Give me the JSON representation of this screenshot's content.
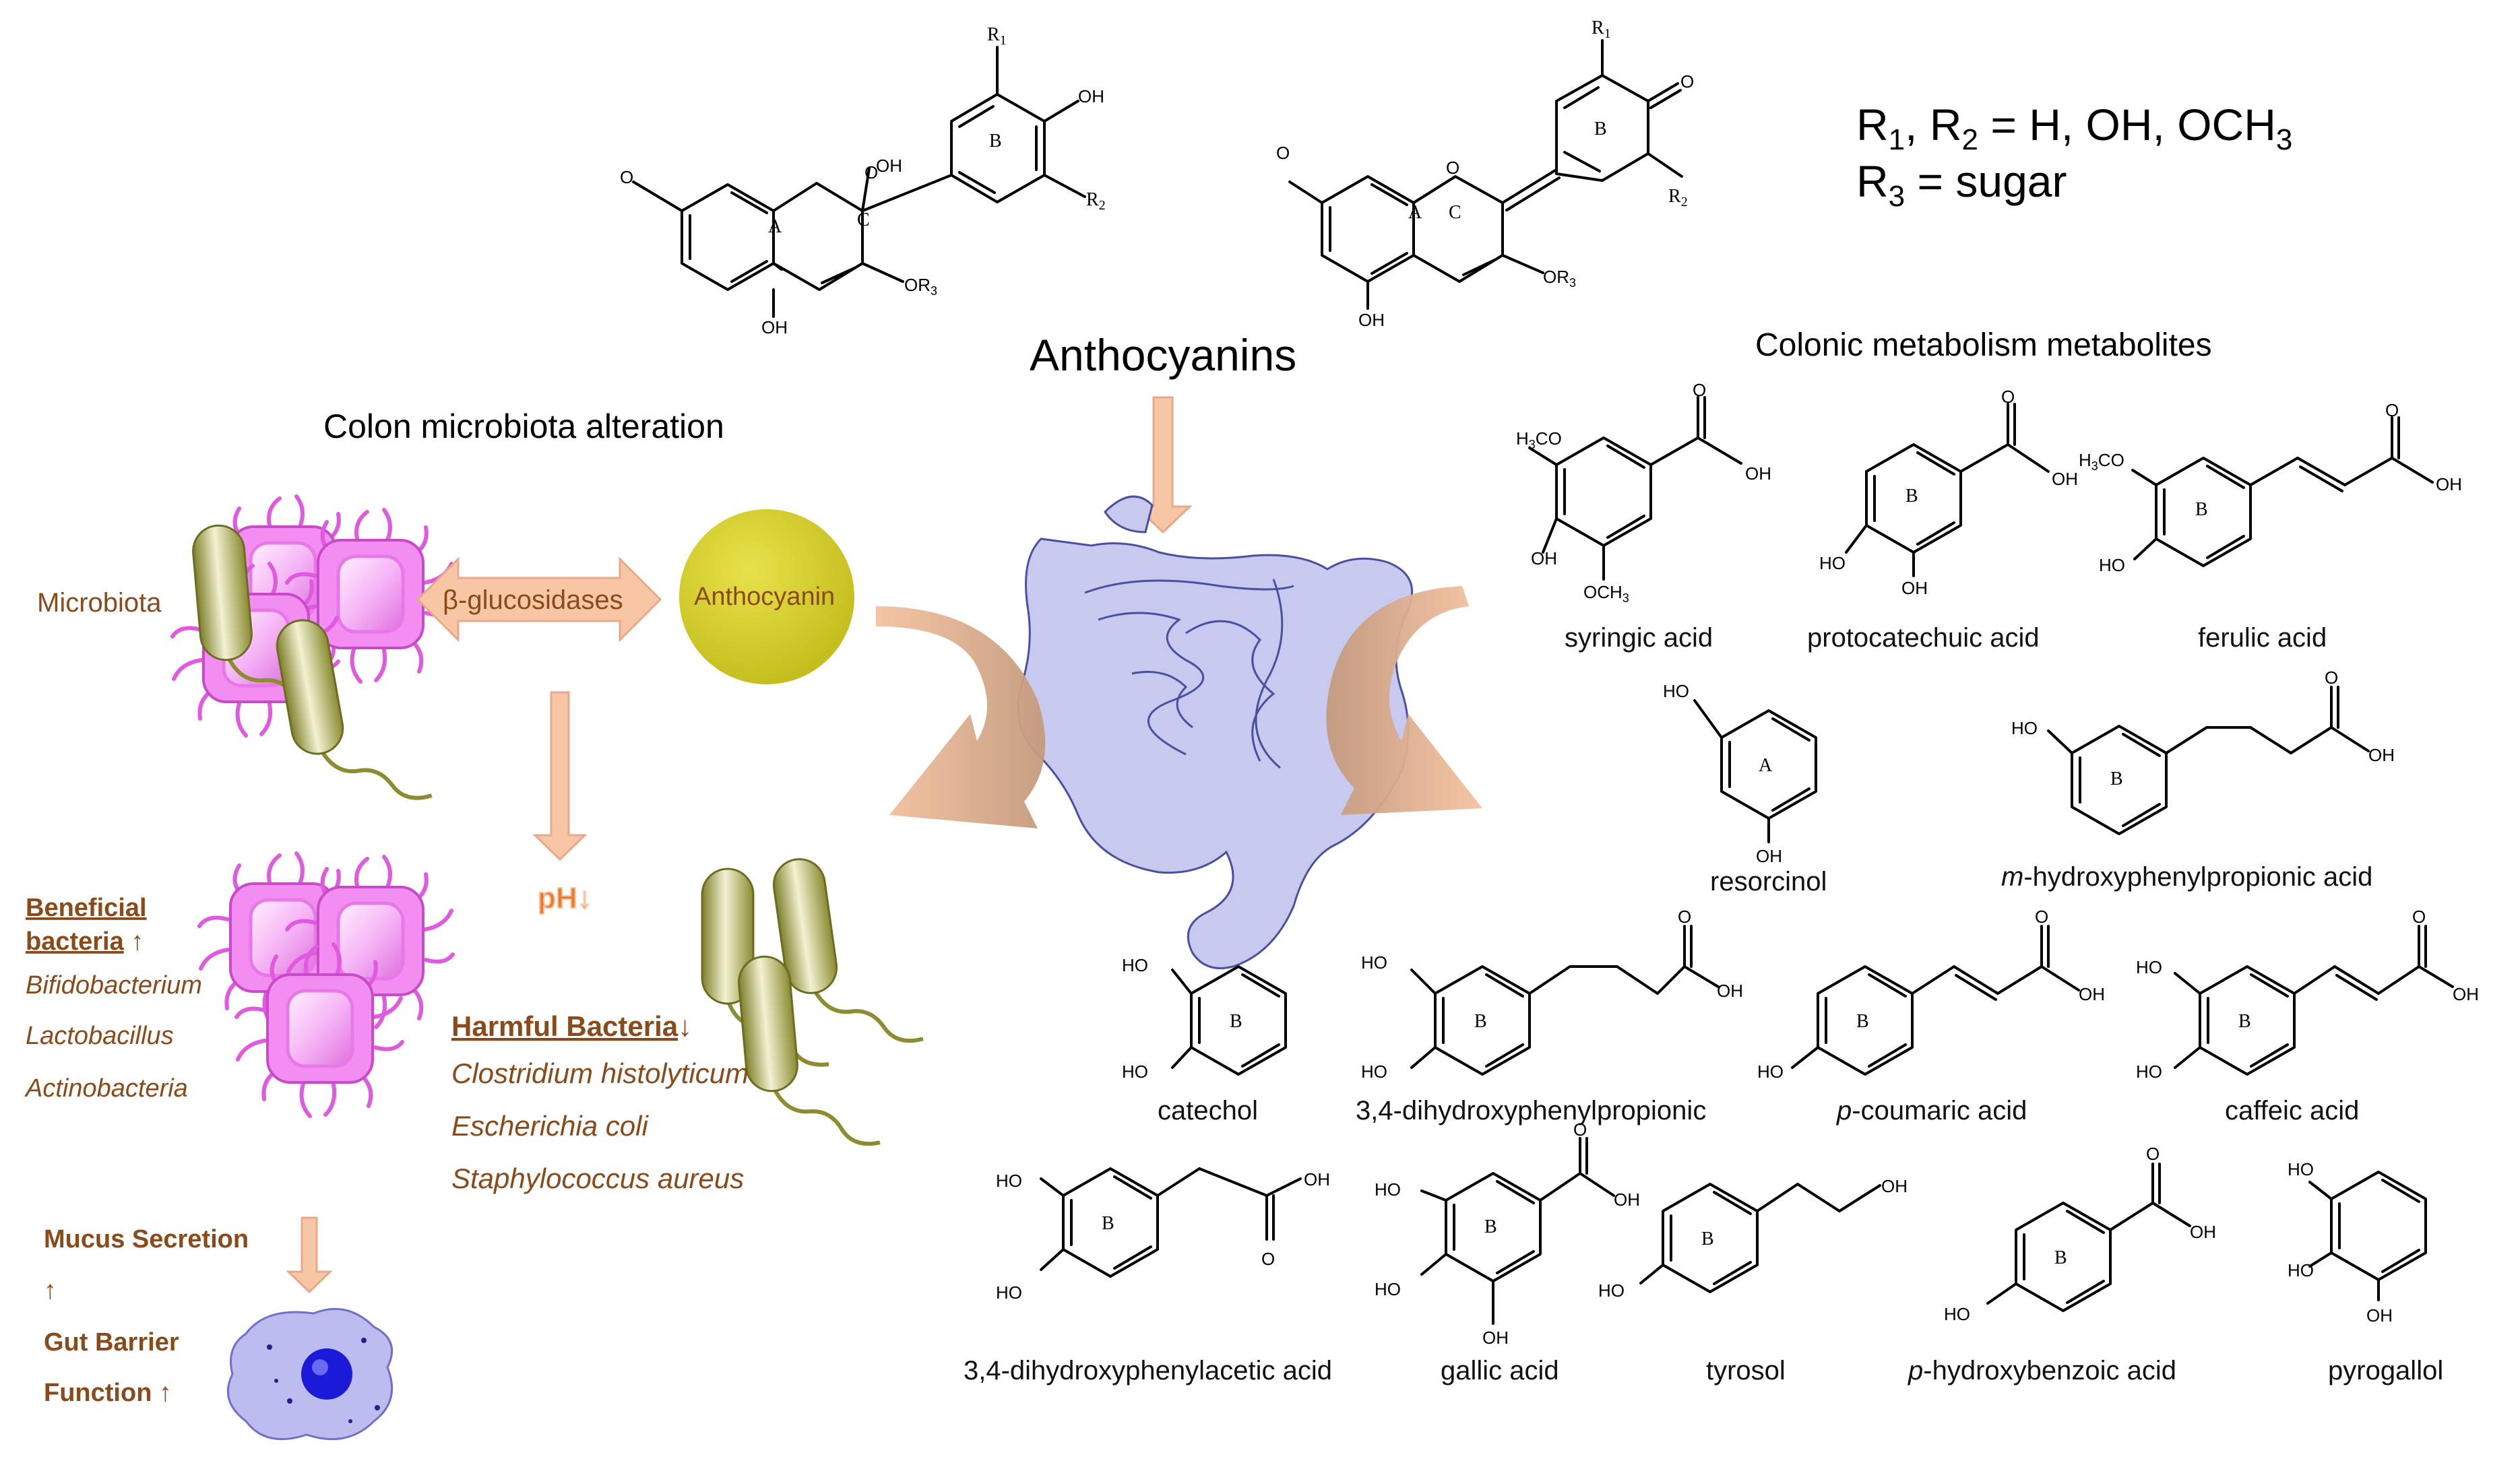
{
  "title": "Anthocyanins",
  "formula_note": {
    "line1": {
      "a": "R",
      "a_sub": "1",
      "b": ", R",
      "b_sub": "2",
      "c": " = H, OH, OCH",
      "c_sub": "3"
    },
    "line2": {
      "a": "R",
      "a_sub": "3",
      "b": " = sugar"
    }
  },
  "structure_labels": {
    "ring_a": "A",
    "ring_b": "B",
    "ring_c": "C",
    "oh": "OH",
    "o": "O",
    "r1": "R",
    "r1_sub": "1",
    "r2": "R",
    "r2_sub": "2",
    "or3": "OR",
    "or3_sub": "3"
  },
  "left_panel": {
    "heading": "Colon microbiota alteration",
    "microbiota_label": "Microbiota",
    "enzyme_label": "β-glucosidases",
    "anthocyanin_label": "Anthocyanin",
    "ph_label": "pH↓",
    "beneficial": {
      "heading_line1": "Beneficial",
      "heading_line2": "bacteria",
      "arrow": "↑",
      "items": [
        "Bifidobacterium",
        "Lactobacillus",
        "Actinobacteria"
      ]
    },
    "harmful": {
      "heading": "Harmful Bacteria",
      "arrow": "↓",
      "items": [
        "Clostridium histolyticum",
        "Escherichia coli",
        "Staphylococcus aureus"
      ]
    },
    "mucus": {
      "line1": "Mucus Secretion",
      "line2": "↑",
      "line3": "Gut Barrier",
      "line4": "Function",
      "arrow": "↑"
    }
  },
  "right_panel": {
    "heading": "Colonic metabolism metabolites",
    "metabolites": {
      "syringic": "syringic acid",
      "protocatechuic": "protocatechuic acid",
      "ferulic": "ferulic acid",
      "resorcinol": "resorcinol",
      "mhpp_prefix": "m",
      "mhpp_rest": "-hydroxyphenylpropionic  acid",
      "catechol": "catechol",
      "dhpp": "3,4-dihydroxyphenylpropionic",
      "pcoumaric_prefix": "p",
      "pcoumaric_rest": "-coumaric acid",
      "caffeic": "caffeic acid",
      "dhpa": "3,4-dihydroxyphenylacetic  acid",
      "gallic": "gallic  acid",
      "tyrosol": "tyrosol",
      "phb_prefix": "p",
      "phb_rest": "-hydroxybenzoic  acid",
      "pyrogallol": "pyrogallol"
    },
    "atoms": {
      "oh": "OH",
      "ho": "HO",
      "o": "O",
      "och3": "OCH",
      "och3_sub": "3",
      "h3co": "H",
      "h3co_sub": "3",
      "h3co_rest": "CO",
      "ring_a": "A",
      "ring_b": "B"
    }
  },
  "colors": {
    "arrow_peach": "#f7c6a4",
    "arrow_brown": "#c8987a",
    "bubble_yellow": "#d4cd2a",
    "colon_fill": "#c7c9ef",
    "colon_stroke": "#4a4fa0",
    "bacteria_pink": "#f08cf0",
    "bacteria_olive": "#9a9a3a",
    "text_brown": "#8a4a1a",
    "ph_orange": "#f07a2a",
    "cell_fill": "#bcbcf0",
    "nucleus_blue": "#1a1ad8"
  }
}
